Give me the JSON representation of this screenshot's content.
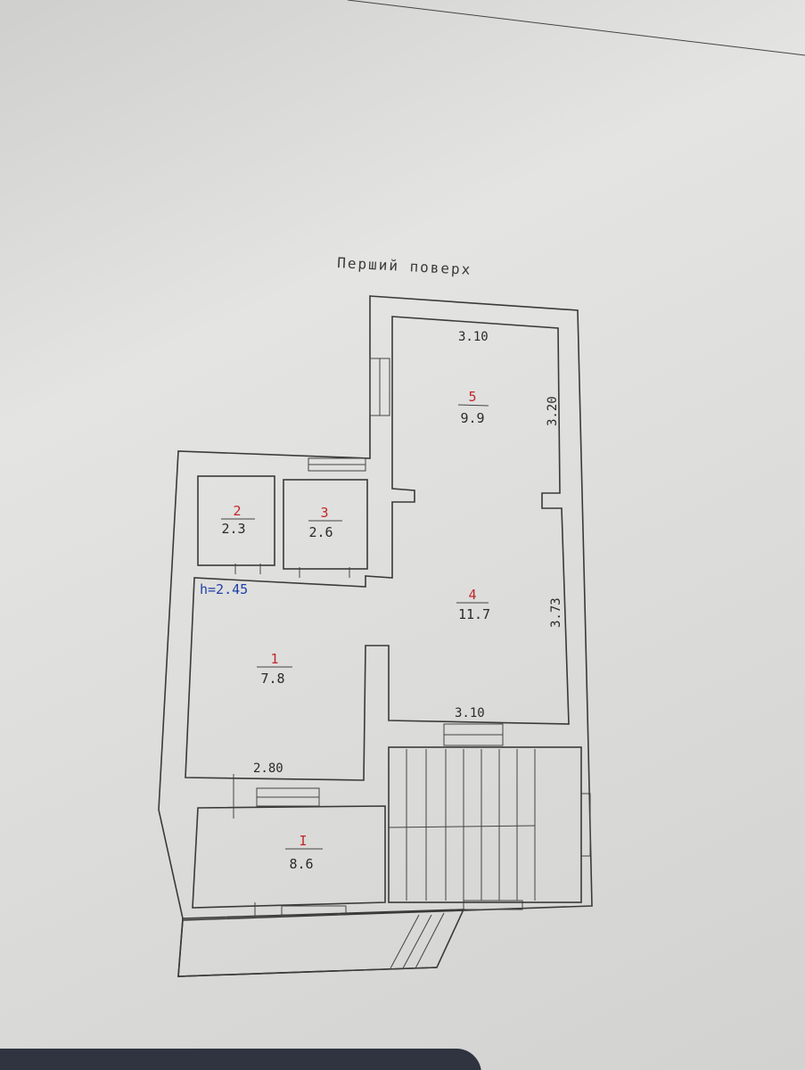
{
  "title": "Перший поверх",
  "height_label": "h=2.45",
  "rooms": [
    {
      "id": "1",
      "area": "7.8"
    },
    {
      "id": "2",
      "area": "2.3"
    },
    {
      "id": "3",
      "area": "2.6"
    },
    {
      "id": "4",
      "area": "11.7"
    },
    {
      "id": "5",
      "area": "9.9"
    },
    {
      "id": "I",
      "area": "8.6"
    }
  ],
  "dimensions": {
    "room5_top": "3.10",
    "room5_side": "3.20",
    "room4_side": "3.73",
    "room4_bottom": "3.10",
    "room1_bottom": "2.80"
  },
  "colors": {
    "room_number": "#c0262b",
    "height_label": "#1f3fa8",
    "walls": "#3a3a3a"
  }
}
